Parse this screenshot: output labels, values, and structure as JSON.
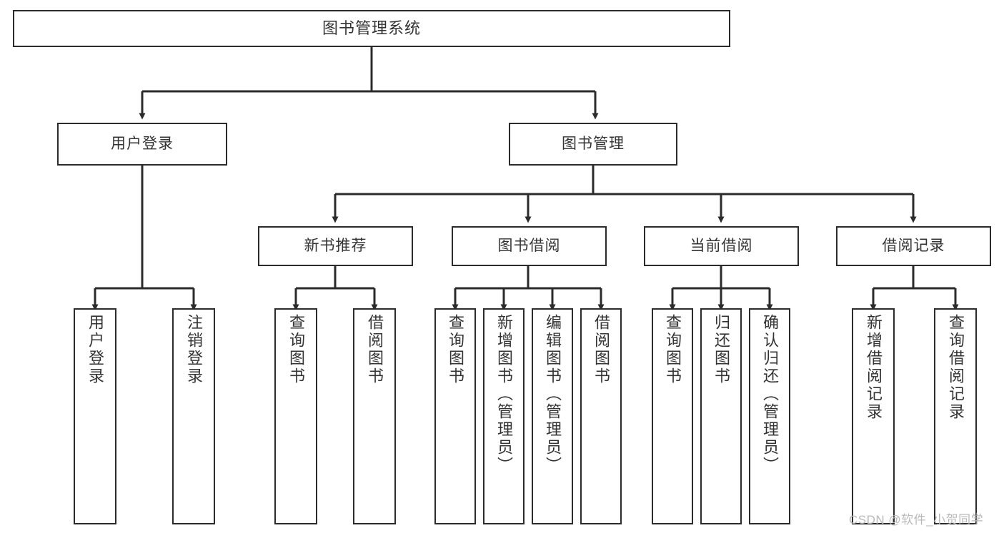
{
  "diagram": {
    "title": "图书管理系统",
    "watermark": "CSDN @软件_小贺同学",
    "line_color": "#2b2b2b",
    "text_color": "#333333",
    "background_color": "#ffffff",
    "levels": {
      "root": "图书管理系统",
      "level2": [
        "用户登录",
        "图书管理"
      ],
      "level3": [
        "新书推荐",
        "图书借阅",
        "当前借阅",
        "借阅记录"
      ]
    },
    "nodes": {
      "root": {
        "label": "图书管理系统"
      },
      "user_login": {
        "label": "用户登录"
      },
      "book_manage": {
        "label": "图书管理"
      },
      "new_book_rec": {
        "label": "新书推荐"
      },
      "book_borrow": {
        "label": "图书借阅"
      },
      "current_borrow": {
        "label": "当前借阅"
      },
      "borrow_record": {
        "label": "借阅记录"
      },
      "leaf_user_login": {
        "label": "用户登录"
      },
      "leaf_logout": {
        "label": "注销登录"
      },
      "leaf_query_book_a": {
        "label": "查询图书"
      },
      "leaf_borrow_book_a": {
        "label": "借阅图书"
      },
      "leaf_query_book_b": {
        "label": "查询图书"
      },
      "leaf_add_book": {
        "label": "新增图书（管理员）"
      },
      "leaf_edit_book": {
        "label": "编辑图书（管理员）"
      },
      "leaf_borrow_book_b": {
        "label": "借阅图书"
      },
      "leaf_query_book_c": {
        "label": "查询图书"
      },
      "leaf_return_book": {
        "label": "归还图书"
      },
      "leaf_confirm_return": {
        "label": "确认归还（管理员）"
      },
      "leaf_add_record": {
        "label": "新增借阅记录"
      },
      "leaf_query_record": {
        "label": "查询借阅记录"
      }
    }
  }
}
